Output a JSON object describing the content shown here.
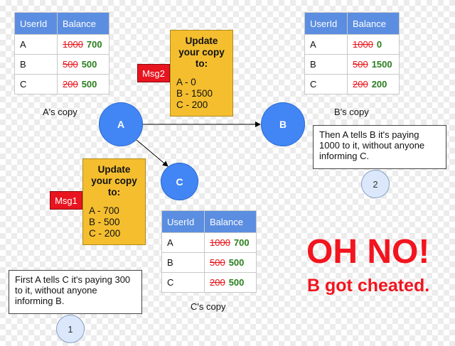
{
  "table_header": {
    "col1": "UserId",
    "col2": "Balance"
  },
  "tables": {
    "a": {
      "caption": "A's copy",
      "rows": [
        {
          "user": "A",
          "old": "1000",
          "new": "700"
        },
        {
          "user": "B",
          "old": "500",
          "new": "500"
        },
        {
          "user": "C",
          "old": "200",
          "new": "500"
        }
      ]
    },
    "b": {
      "caption": "B's copy",
      "rows": [
        {
          "user": "A",
          "old": "1000",
          "new": "0"
        },
        {
          "user": "B",
          "old": "500",
          "new": "1500"
        },
        {
          "user": "C",
          "old": "200",
          "new": "200"
        }
      ]
    },
    "c": {
      "caption": "C's copy",
      "rows": [
        {
          "user": "A",
          "old": "1000",
          "new": "700"
        },
        {
          "user": "B",
          "old": "500",
          "new": "500"
        },
        {
          "user": "C",
          "old": "200",
          "new": "500"
        }
      ]
    }
  },
  "nodes": {
    "a": "A",
    "b": "B",
    "c": "C"
  },
  "messages": {
    "msg2": {
      "label": "Msg2",
      "title": [
        "Update",
        "your copy",
        "to:"
      ],
      "lines": [
        "A - 0",
        "B - 1500",
        "C - 200"
      ]
    },
    "msg1": {
      "label": "Msg1",
      "title": [
        "Update",
        "your copy",
        "to:"
      ],
      "lines": [
        "A - 700",
        "B - 500",
        "C - 200"
      ]
    }
  },
  "notes": {
    "step1": {
      "text": [
        "First A tells C it's paying 300",
        "to it, without anyone",
        "informing B."
      ],
      "number": "1"
    },
    "step2": {
      "text": [
        "Then A tells B it's paying",
        "1000 to it, without anyone",
        "informing C."
      ],
      "number": "2"
    }
  },
  "alert": {
    "headline": "OH NO!",
    "subline": "B got cheated."
  },
  "colors": {
    "node_blue": "#4285f4",
    "header_blue": "#5b8ee1",
    "note_yellow": "#f4be2f",
    "msg_red": "#e8141f",
    "alert_red": "#f2141e",
    "strike_red": "#e8121a",
    "new_green": "#2a7f1e"
  }
}
